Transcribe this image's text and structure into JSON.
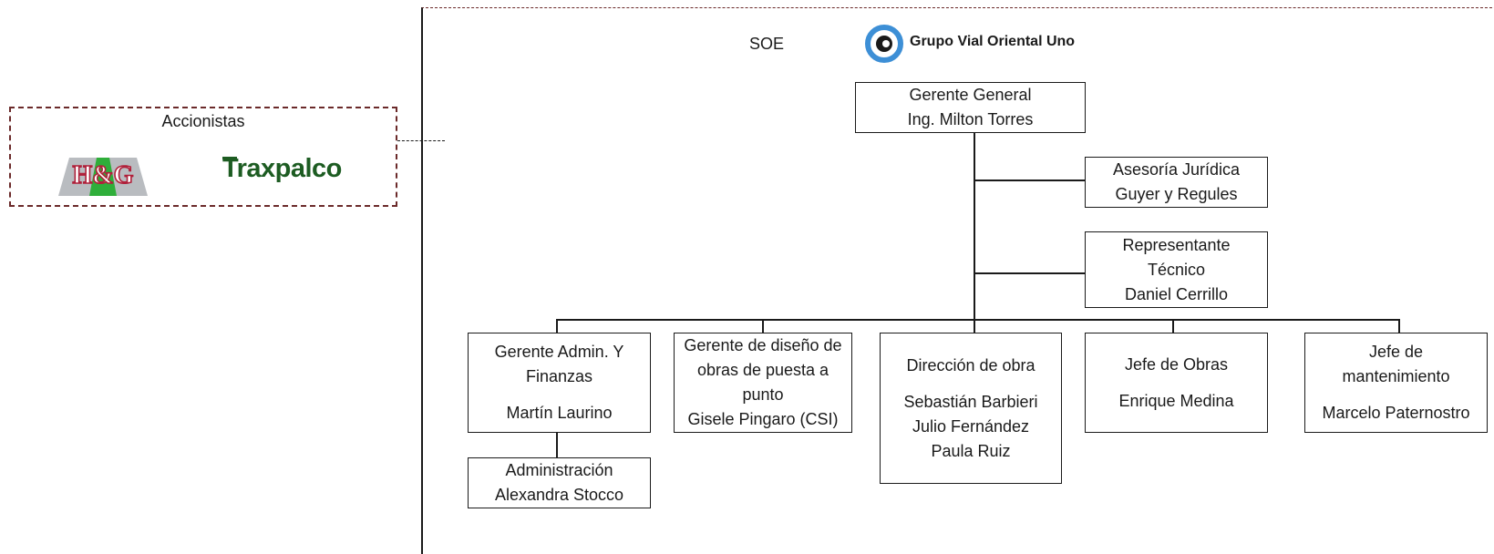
{
  "shareholders": {
    "title": "Accionistas",
    "logos": [
      {
        "name": "hg-logo",
        "text": "H&G"
      },
      {
        "name": "traxpalco-logo",
        "text": "Traxpalco"
      }
    ]
  },
  "soe": {
    "label": "SOE",
    "company": "Grupo Vial Oriental Uno",
    "company_icon": "gvo-ring-logo"
  },
  "org": {
    "general_manager": {
      "title": "Gerente General",
      "name": "Ing. Milton Torres"
    },
    "legal": {
      "title": "Asesoría Jurídica",
      "name": "Guyer y Regules"
    },
    "technical": {
      "line1": "Representante",
      "line2": "Técnico",
      "name": "Daniel Cerrillo"
    },
    "admin_finance": {
      "line1": "Gerente Admin. Y",
      "line2": "Finanzas",
      "name": "Martín Laurino"
    },
    "design": {
      "line1": "Gerente de diseño de",
      "line2": "obras de puesta a",
      "line3": "punto",
      "name": "Gisele Pingaro (CSI)"
    },
    "works_direction": {
      "title": "Dirección de obra",
      "names": [
        "Sebastián Barbieri",
        "Julio Fernández",
        "Paula Ruiz"
      ]
    },
    "works_chief": {
      "title": "Jefe de Obras",
      "name": "Enrique Medina"
    },
    "maintenance": {
      "line1": "Jefe de",
      "line2": "mantenimiento",
      "name": "Marcelo Paternostro"
    },
    "administration": {
      "title": "Administración",
      "name": "Alexandra Stocco"
    }
  },
  "colors": {
    "line": "#1a1a1a",
    "traxpalco_green": "#1d5c22",
    "hg_red": "#b0203a",
    "gvo_blue": "#3d8fd6"
  }
}
